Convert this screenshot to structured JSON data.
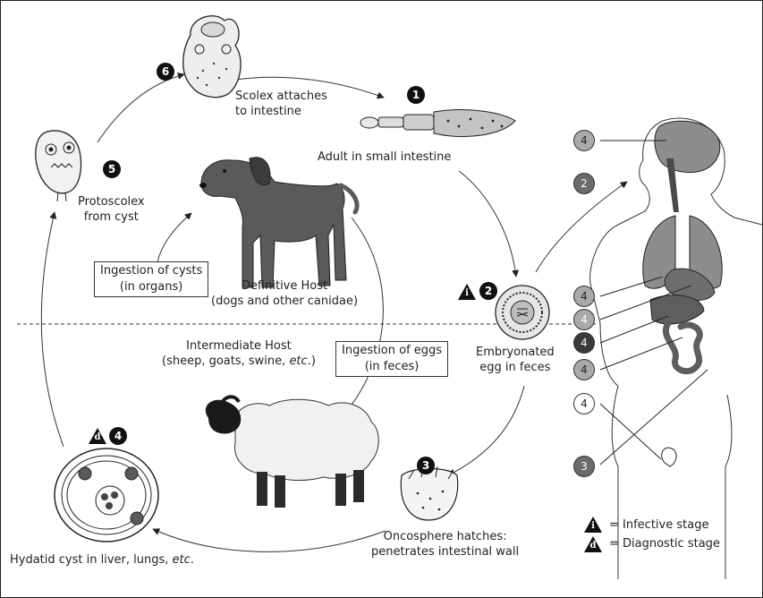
{
  "labels": {
    "scolex": [
      "Scolex attaches",
      "to intestine"
    ],
    "adult": "Adult in small intestine",
    "protoscolex": [
      "Protoscolex",
      "from cyst"
    ],
    "definitive": [
      "Definitive Host",
      "(dogs and other canidae)"
    ],
    "intermediate": [
      "Intermediate Host",
      "(sheep, goats, swine, ",
      "etc",
      ".)"
    ],
    "embryonated": [
      "Embryonated",
      "egg in feces"
    ],
    "oncosphere": [
      "Oncosphere hatches:",
      "penetrates intestinal wall"
    ],
    "hydatid": [
      "Hydatid cyst in liver, lungs, ",
      "etc",
      "."
    ]
  },
  "boxes": {
    "ingestion_cysts": [
      "Ingestion of cysts",
      "(in organs)"
    ],
    "ingestion_eggs": [
      "Ingestion of eggs",
      "(in feces)"
    ]
  },
  "steps": {
    "s1": "1",
    "s2": "2",
    "s3": "3",
    "s4": "4",
    "s5": "5",
    "s6": "6"
  },
  "human_markers": [
    "4",
    "2",
    "4",
    "4",
    "4",
    "4",
    "4",
    "3"
  ],
  "legend": {
    "infective_symbol": "i",
    "infective_text": "= Infective stage",
    "diagnostic_symbol": "d",
    "diagnostic_text": "= Diagnostic stage"
  },
  "colors": {
    "marker_dark": "#111111",
    "marker_mid": "#6b6b6b",
    "marker_light": "#a9a9a9",
    "organ": "#8d8d8d"
  }
}
